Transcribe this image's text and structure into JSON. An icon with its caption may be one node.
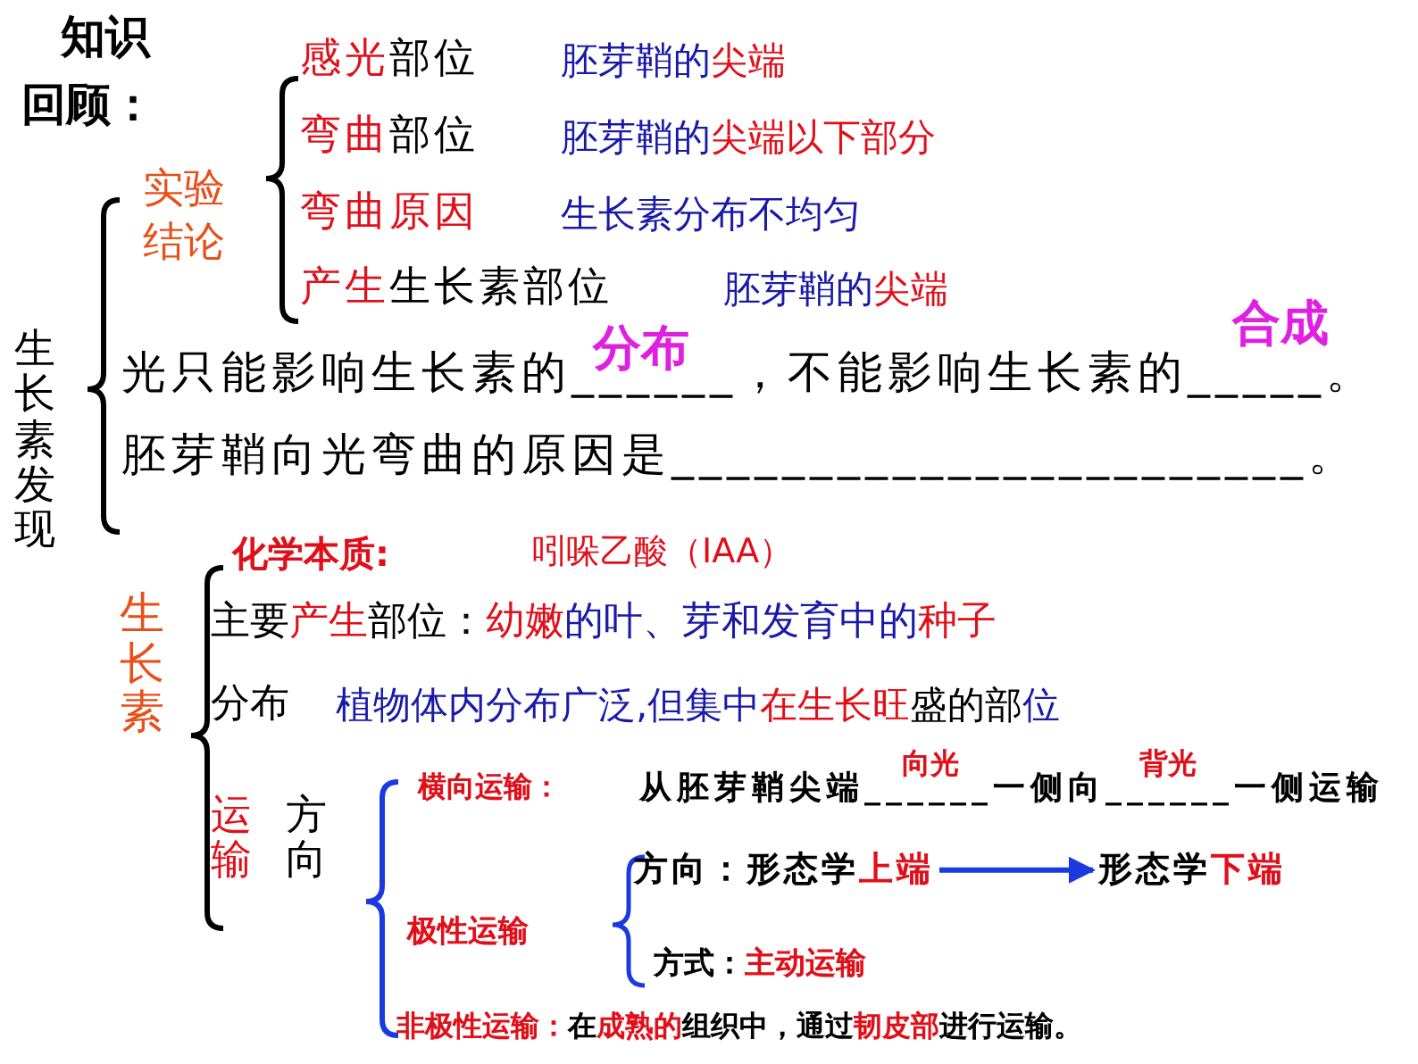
{
  "diagram": {
    "nodes": [
      {
        "text": [
          "方向：形态学上端"
        ]
      },
      {
        "text": [
          "形态学下端"
        ]
      }
    ],
    "edges": [
      {
        "from": 0,
        "to": 1,
        "arrow": "to"
      }
    ],
    "labels": [
      "知识",
      "回顾：",
      "实验结论",
      "感光部位",
      "胚芽鞘的尖端",
      "弯曲部位",
      "胚芽鞘的尖端以下部分",
      "弯曲原因",
      "生长素分布不均匀",
      "产生生长素部位",
      "胚芽鞘的尖端",
      "生长素发现",
      "合成",
      "分布",
      "光只能影响生长素的______，不能影响生长素的_____。",
      "胚芽鞘向光弯曲的原因是_______________________。",
      "化学本质:",
      "吲哚乙酸（IAA）",
      "生长素",
      "主要产生部位：幼嫩的叶、芽和发育中的种子",
      "分布",
      "植物体内分布广泛,但集中在生长旺盛的部位",
      "运输",
      "方向",
      "横向运输：",
      "向光",
      "背光",
      "从胚芽鞘尖端______一侧向______一侧运输",
      "极性运输",
      "方式：主动运输",
      "非极性运输：在成熟的组织中，通过韧皮部进行运输。"
    ]
  }
}
